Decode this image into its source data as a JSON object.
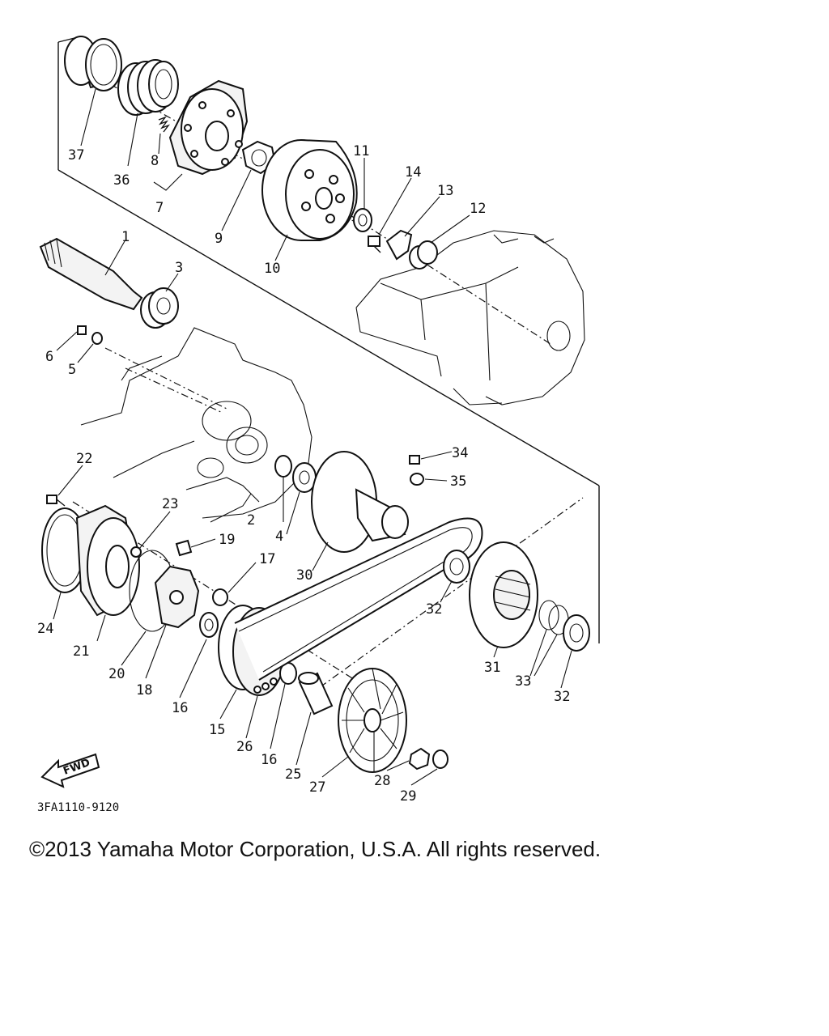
{
  "diagram": {
    "labels": {
      "p1": "1",
      "p2": "2",
      "p3": "3",
      "p4": "4",
      "p5": "5",
      "p6": "6",
      "p7": "7",
      "p8": "8",
      "p9": "9",
      "p10": "10",
      "p11": "11",
      "p12": "12",
      "p13": "13",
      "p14": "14",
      "p15": "15",
      "p16a": "16",
      "p16b": "16",
      "p17": "17",
      "p18": "18",
      "p19": "19",
      "p20": "20",
      "p21": "21",
      "p22": "22",
      "p23": "23",
      "p24": "24",
      "p25": "25",
      "p26": "26",
      "p27": "27",
      "p28": "28",
      "p29": "29",
      "p30": "30",
      "p31": "31",
      "p32a": "32",
      "p32b": "32",
      "p33": "33",
      "p34": "34",
      "p35": "35",
      "p36": "36",
      "p37": "37"
    },
    "fwd_label": "FWD",
    "drawing_code": "3FA1110-9120"
  },
  "footer": {
    "copyright": "©2013 Yamaha Motor Corporation, U.S.A. All rights reserved."
  }
}
